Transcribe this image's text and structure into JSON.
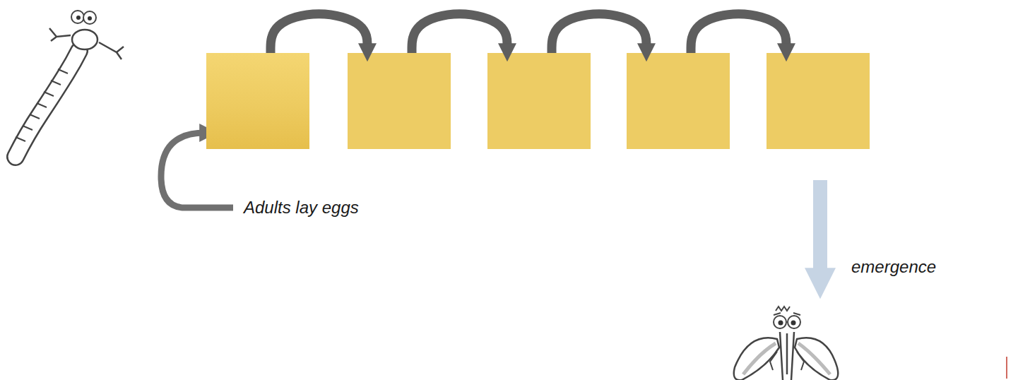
{
  "diagram": {
    "nodes": [
      {
        "text": []
      },
      {
        "text": []
      },
      {
        "text": []
      },
      {
        "text": []
      },
      {
        "text": []
      }
    ],
    "edges": [
      {
        "from": 0,
        "to": 1,
        "arrow": "to"
      },
      {
        "from": 1,
        "to": 2,
        "arrow": "to"
      },
      {
        "from": 2,
        "to": 3,
        "arrow": "to"
      },
      {
        "from": 3,
        "to": 4,
        "arrow": "to"
      }
    ],
    "labels": [
      "Adults lay eggs",
      "emergence"
    ]
  }
}
